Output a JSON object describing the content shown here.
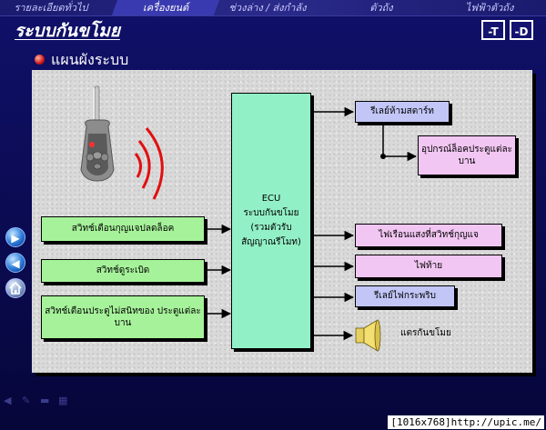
{
  "nav": {
    "tabs": [
      "รายละเอียดทั่วไป",
      "เครื่องยนต์",
      "ช่วงล่าง / ส่งกำลัง",
      "ตัวถัง",
      "ไฟฟ้าตัวถัง"
    ],
    "active_index": 1
  },
  "header": {
    "title": "ระบบกันขโมย",
    "btn_t": "-T",
    "btn_d": "-D"
  },
  "section": {
    "subtitle": "แผนผังระบบ"
  },
  "diagram": {
    "inputs": [
      "สวิทช์เตือนกุญแจปลดล็อค",
      "สวิทช์ดูระเบิด",
      "สวิทช์เตือนประตูไม่สนิทของ ประตูแต่ละบาน"
    ],
    "ecu_lines": [
      "ECU",
      "ระบบกันขโมย",
      "(รวมตัวรับ",
      "สัญญาณรีโมท)"
    ],
    "outputs": [
      "รีเลย์ห้ามสตาร์ท",
      "อุปกรณ์ล็อคประตูแต่ละ บาน",
      "ไฟเรือนแสงที่สวิทช์กุญแจ",
      "ไฟท้าย",
      "รีเลย์ไฟกระพริบ"
    ],
    "horn_label": "แตรกันขโมย",
    "colors": {
      "input_fill": "#a6f29a",
      "ecu_fill": "#92f0c6",
      "output_pink": "#f2c6f2",
      "output_blue": "#c2c6f6",
      "signal_red": "#e01010"
    }
  },
  "icons": {
    "left_controls": [
      "forward-icon",
      "back-icon",
      "home-icon"
    ],
    "bottom_bar": [
      "back-arrow-icon",
      "pen-icon",
      "menu-icon",
      "grid-icon"
    ]
  },
  "watermark": "[1016x768]http://upic.me/"
}
